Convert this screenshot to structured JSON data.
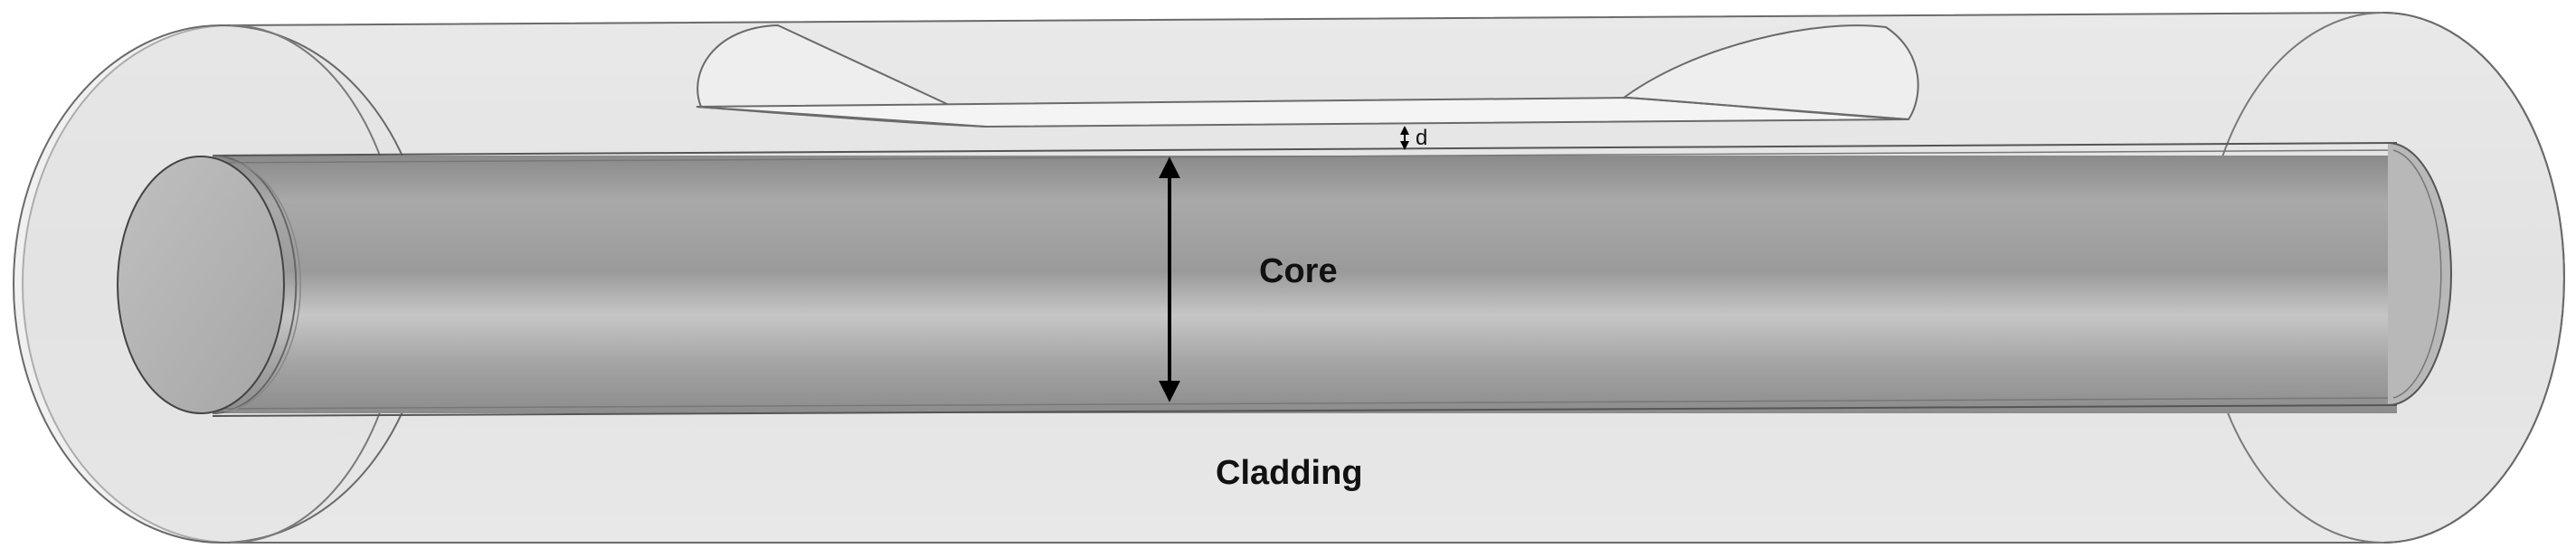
{
  "labels": {
    "core": "Core",
    "cladding": "Cladding",
    "gap": "d"
  },
  "colors": {
    "cladding_fill": "#e6e6e6",
    "core_dark": "#8f8f8f",
    "core_light": "#c9c9c9",
    "core_end": "#b3b3b3",
    "outline": "#5a5a5a",
    "arrow": "#000000"
  }
}
